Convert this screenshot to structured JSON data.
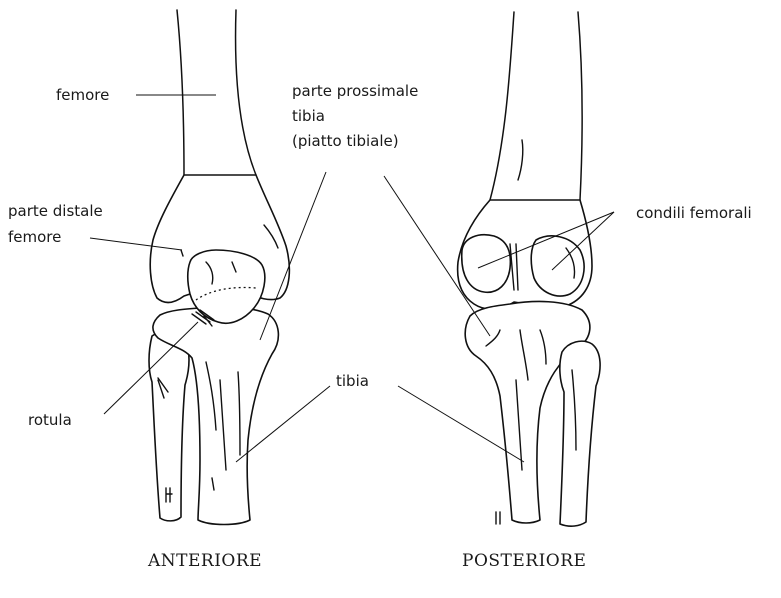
{
  "labels": {
    "femore": "femore",
    "parte_prossimale_line1": "parte prossimale",
    "parte_prossimale_line2": "tibia",
    "parte_prossimale_line3": "(piatto tibiale)",
    "parte_distale_line1": "parte distale",
    "parte_distale_line2": "femore",
    "condili_femorali": "condili femorali",
    "tibia": "tibia",
    "rotula": "rotula"
  },
  "views": {
    "anteriore": "ANTERIORE",
    "posteriore": "POSTERIORE"
  }
}
